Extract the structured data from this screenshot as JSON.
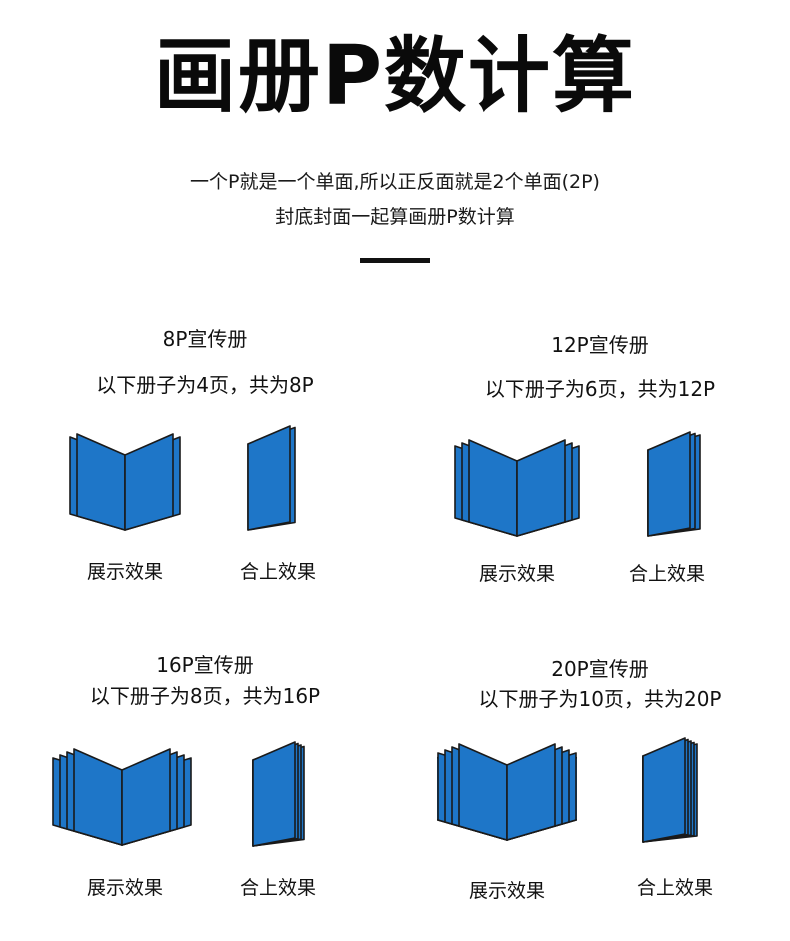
{
  "header": {
    "title": "画册P数计算",
    "line1": "一个P就是一个单面,所以正反面就是2个单面(2P)",
    "line2": "封底封面一起算画册P数计算"
  },
  "examples": [
    {
      "heading": "8P宣传册",
      "desc": "以下册子为4页，共为8P",
      "sheets": 4,
      "open_label": "展示效果",
      "closed_label": "合上效果"
    },
    {
      "heading": "12P宣传册",
      "desc": "以下册子为6页，共为12P",
      "sheets": 6,
      "open_label": "展示效果",
      "closed_label": "合上效果"
    },
    {
      "heading": "16P宣传册",
      "desc": "以下册子为8页，共为16P",
      "sheets": 8,
      "open_label": "展示效果",
      "closed_label": "合上效果"
    },
    {
      "heading": "20P宣传册",
      "desc": "以下册子为10页，共为20P",
      "sheets": 10,
      "open_label": "展示效果",
      "closed_label": "合上效果"
    }
  ],
  "colors": {
    "page_fill": "#1e76c8",
    "outline": "#1a1a1a"
  }
}
